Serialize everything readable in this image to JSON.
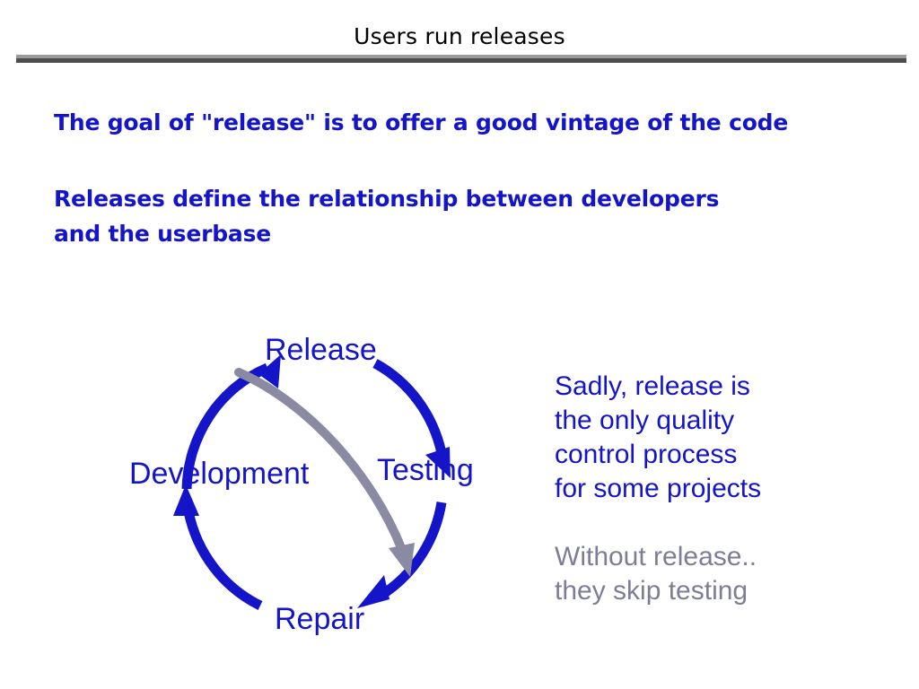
{
  "slide": {
    "title": "Users run releases",
    "background": "#ffffff"
  },
  "colors": {
    "accent_blue": "#1414c8",
    "muted_gray": "#7d7d97",
    "rule_light": "#9a9a9a",
    "rule_dark": "#4d4d4d",
    "title_black": "#000000"
  },
  "body": {
    "bullet_one": "The goal of \"release\" is to offer a good vintage of the code",
    "bullet_two": "Releases define the relationship between developers\nand the userbase"
  },
  "diagram": {
    "name": "release-cycle",
    "labels": {
      "release": "Release",
      "testing": "Testing",
      "development": "Development",
      "repair": "Repair"
    },
    "flow": [
      {
        "from": "Development",
        "to": "Release",
        "color": "#1414c8"
      },
      {
        "from": "Release",
        "to": "Testing",
        "color": "#1414c8"
      },
      {
        "from": "Testing",
        "to": "Repair",
        "color": "#1414c8"
      },
      {
        "from": "Repair",
        "to": "Development",
        "color": "#1414c8"
      },
      {
        "from": "Release",
        "to": "Repair",
        "color": "#8a8aa3",
        "note": "skips testing"
      }
    ]
  },
  "notes": {
    "primary": "Sadly, release is\nthe only quality\ncontrol process\nfor some projects",
    "secondary": "Without release..\nthey skip testing"
  }
}
